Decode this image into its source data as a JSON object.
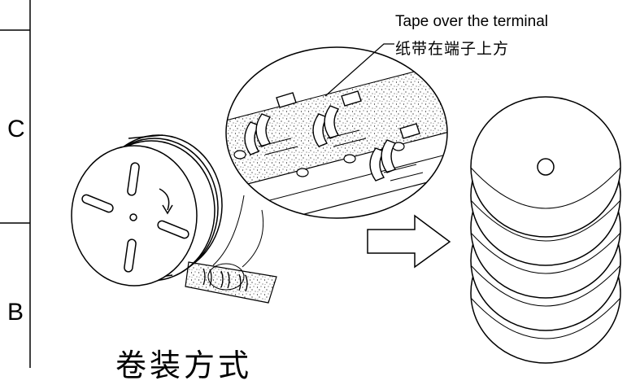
{
  "callout": {
    "english": "Tape over the terminal",
    "chinese": "纸带在端子上方"
  },
  "zones": {
    "upper": "C",
    "lower": "B"
  },
  "caption": "卷装方式",
  "colors": {
    "line": "#000000",
    "background": "#ffffff"
  }
}
